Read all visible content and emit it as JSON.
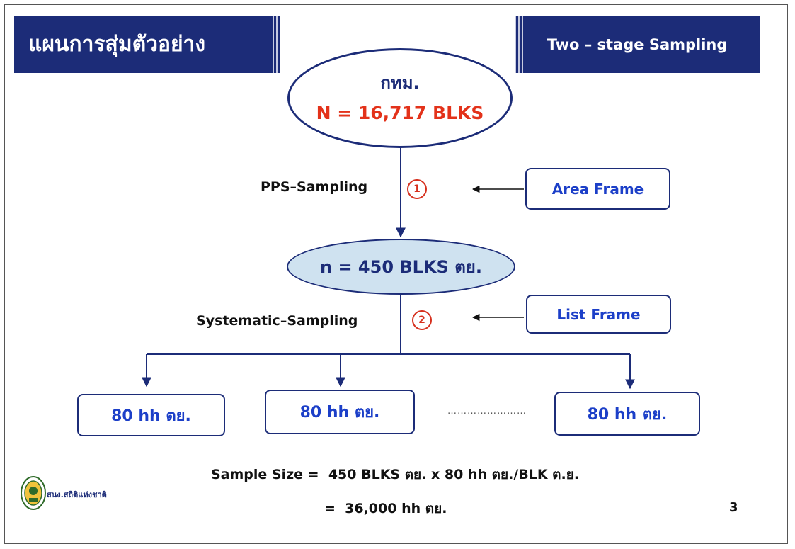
{
  "slide": {
    "title": "แผนการสุ่มตัวอย่าง",
    "method": "Two – stage Sampling",
    "page_number": "3"
  },
  "population": {
    "label": "กทม.",
    "size": "N = 16,717 BLKS"
  },
  "stage1": {
    "method": "PPS–Sampling",
    "step": "1",
    "frame": "Area Frame"
  },
  "sample_blocks": {
    "size": "n = 450 BLKS ตย."
  },
  "stage2": {
    "method": "Systematic–Sampling",
    "step": "2",
    "frame": "List Frame"
  },
  "households": {
    "items": [
      "80 hh ตย.",
      "80 hh ตย.",
      "80 hh ตย."
    ],
    "ellipsis": "……………………"
  },
  "sample_size": {
    "line1": "Sample Size =  450 BLKS ตย. x 80 hh ตย./BLK ต.ย.",
    "line2": "=  36,000 hh ตย."
  },
  "footer": {
    "org": "สนง.สถิติแห่งชาติ"
  },
  "colors": {
    "banner": "#1c2c78",
    "accent_red": "#e3321a",
    "box_text": "#1c3fc8",
    "ellipse_fill": "#cfe2f0"
  }
}
